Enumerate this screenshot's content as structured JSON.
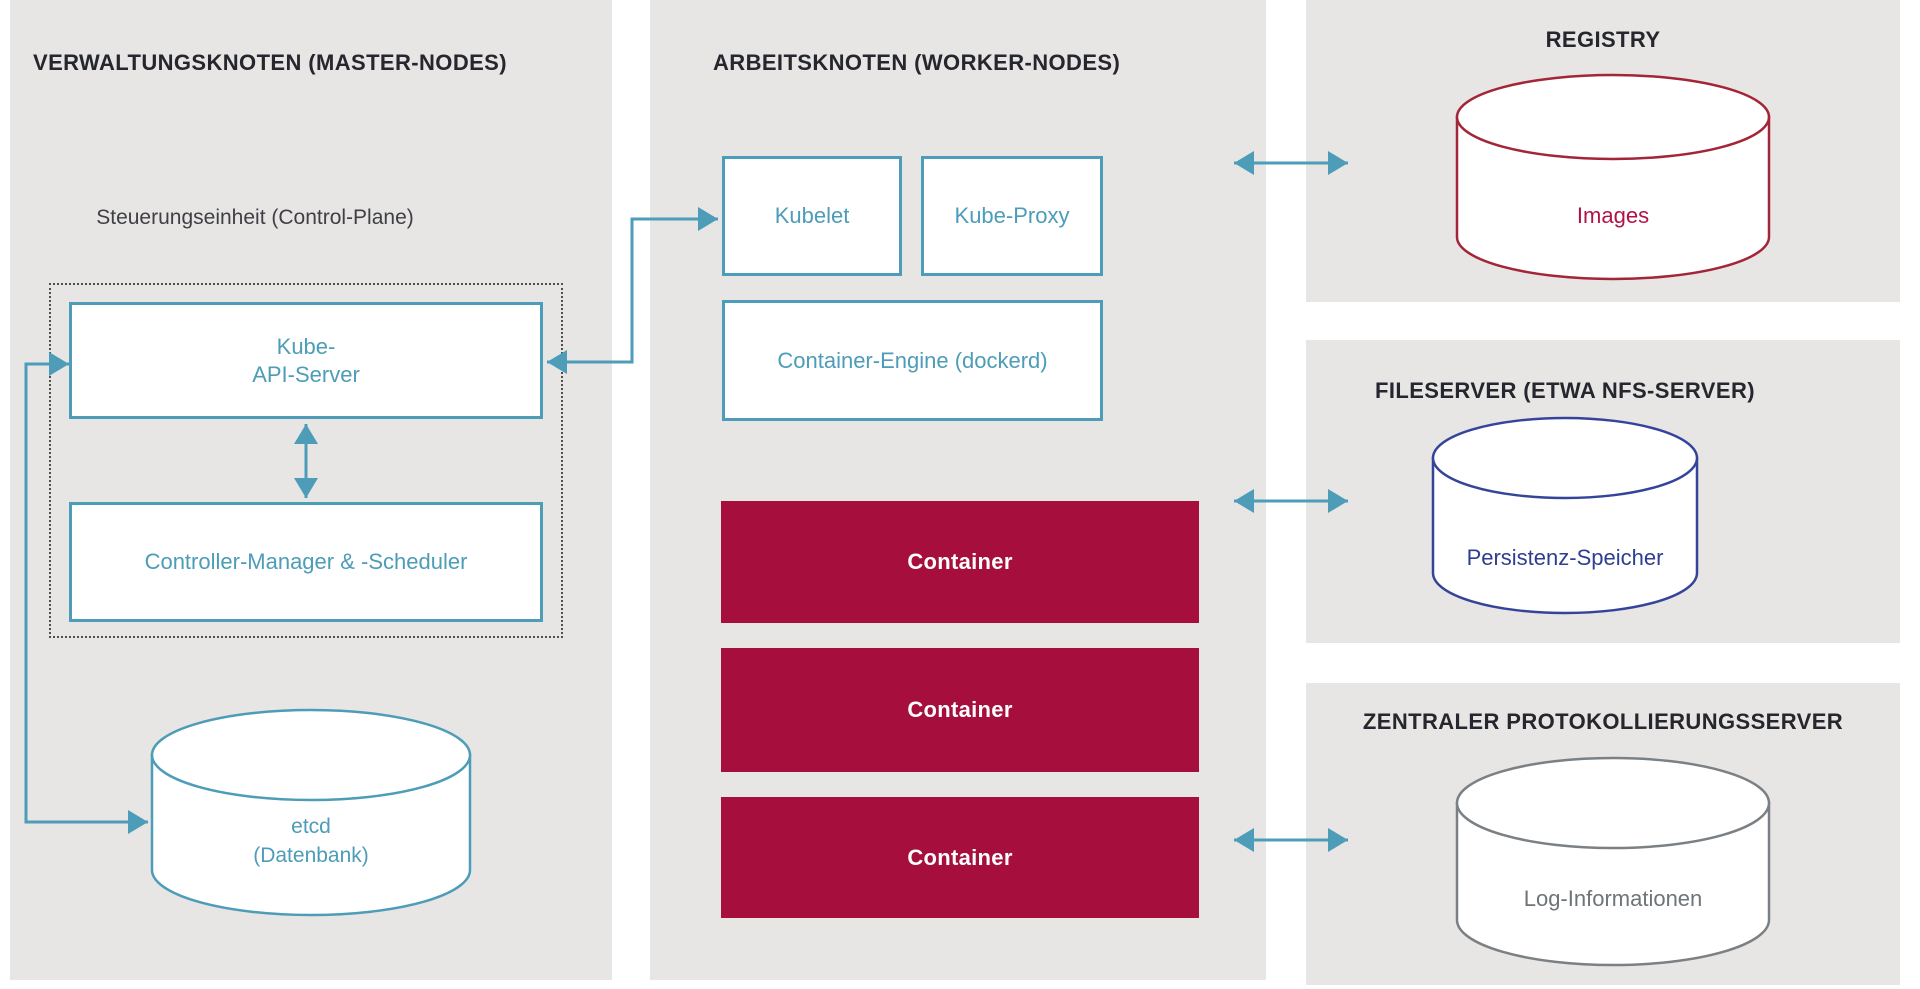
{
  "colors": {
    "panel_bg": "#e7e6e5",
    "teal": "#4d9cb8",
    "red": "#A50E3D",
    "registry_red": "#A32638",
    "images_text": "#B2124A",
    "navy": "#35449A",
    "navy_text": "#2F3E90",
    "gray_stroke": "#7b8084",
    "gray_text": "#6e7478",
    "title": "#26262e",
    "subtitle": "#3f3f46"
  },
  "master_panel": {
    "title": "VERWALTUNGSKNOTEN (MASTER-NODES)",
    "control_plane_label": "Steuerungseinheit (Control-Plane)",
    "api_server_line1": "Kube-",
    "api_server_line2": "API-Server",
    "controller_manager": "Controller-Manager & -Scheduler",
    "etcd_line1": "etcd",
    "etcd_line2": "(Datenbank)"
  },
  "worker_panel": {
    "title": "ARBEITSKNOTEN (WORKER-NODES)",
    "kubelet": "Kubelet",
    "kube_proxy": "Kube-Proxy",
    "container_engine": "Container-Engine (dockerd)",
    "containers": [
      "Container",
      "Container",
      "Container"
    ]
  },
  "registry_panel": {
    "title": "REGISTRY",
    "cylinder_label": "Images"
  },
  "fileserver_panel": {
    "title": "FILESERVER (ETWA NFS-SERVER)",
    "cylinder_label": "Persistenz-Speicher"
  },
  "logging_panel": {
    "title": "ZENTRALER PROTOKOLLIERUNGSSERVER",
    "cylinder_label": "Log-Informationen"
  }
}
